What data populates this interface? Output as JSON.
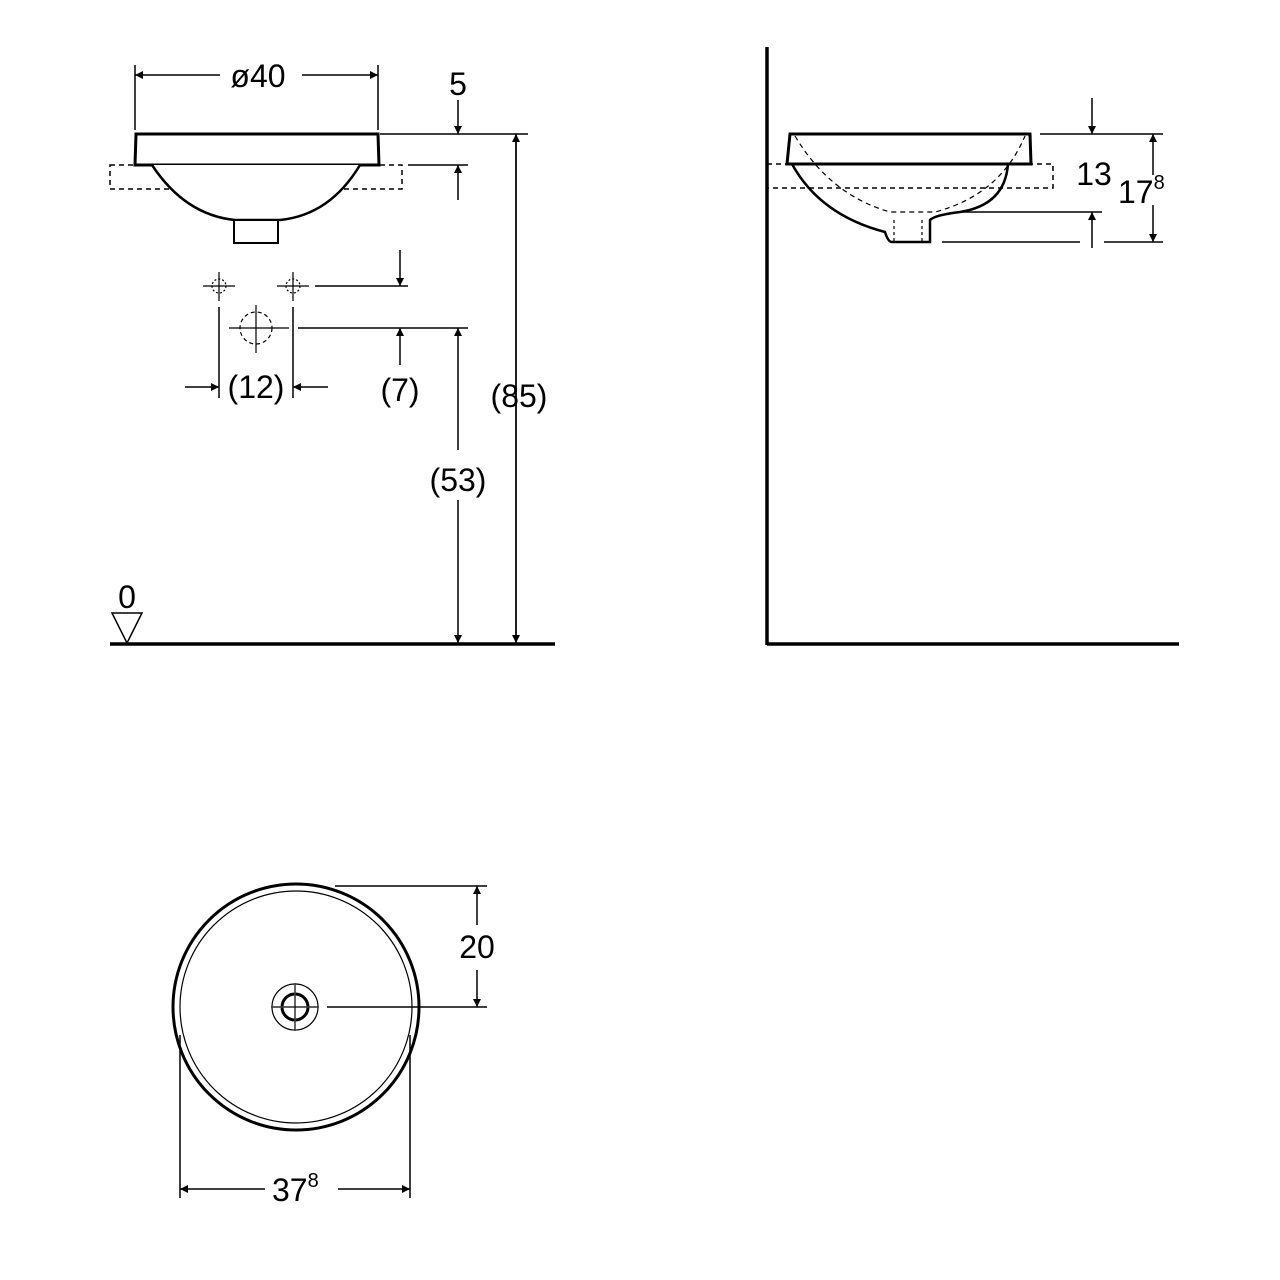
{
  "front_view": {
    "width_label": "ø40",
    "rim_label": "5",
    "height_total_label": "(85)",
    "outlet_height_label": "(53)",
    "tap_offset_label": "(7)",
    "tap_spacing_label": "(12)",
    "floor_label": "0"
  },
  "side_view": {
    "bowl_depth_label": "13",
    "total_depth_main": "17",
    "total_depth_sup": "8"
  },
  "top_view": {
    "drain_offset_label": "20",
    "width_main": "37",
    "width_sup": "8"
  },
  "colors": {
    "line": "#000000",
    "background": "#ffffff"
  }
}
